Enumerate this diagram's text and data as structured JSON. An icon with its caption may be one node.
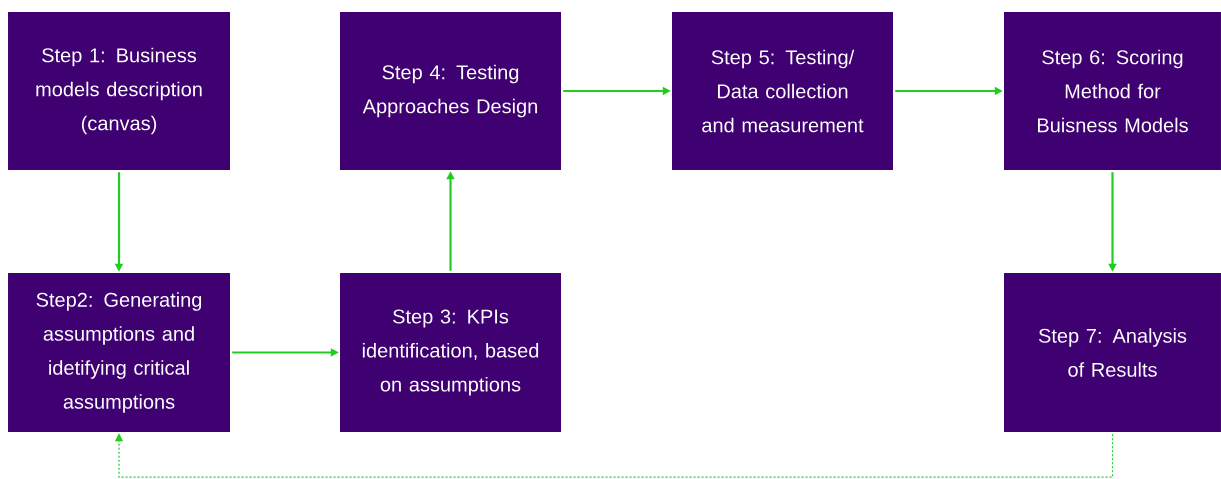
{
  "diagram": {
    "nodes": [
      {
        "text": [
          "Step 1: Business models description (canvas)"
        ]
      },
      {
        "text": [
          "Step2: Generating assumptions and idetifying critical assumptions"
        ]
      },
      {
        "text": [
          "Step 3: KPIs identification, based on assumptions"
        ]
      },
      {
        "text": [
          "Step 4: Testing Approaches Design"
        ]
      },
      {
        "text": [
          "Step 5: Testing/ Data collection and measurement"
        ]
      },
      {
        "text": [
          "Step 6: Scoring Method for Buisness Models"
        ]
      },
      {
        "text": [
          "Step 7: Analysis of Results"
        ]
      }
    ],
    "edges": [
      {
        "from": 0,
        "to": 1,
        "arrow": "to"
      },
      {
        "from": 1,
        "to": 2,
        "arrow": "to"
      },
      {
        "from": 2,
        "to": 3,
        "arrow": "to"
      },
      {
        "from": 3,
        "to": 4,
        "arrow": "to"
      },
      {
        "from": 4,
        "to": 5,
        "arrow": "to"
      },
      {
        "from": 5,
        "to": 6,
        "arrow": "to"
      },
      {
        "from": 6,
        "to": 1,
        "arrow": "to",
        "style": "dashed"
      }
    ]
  }
}
